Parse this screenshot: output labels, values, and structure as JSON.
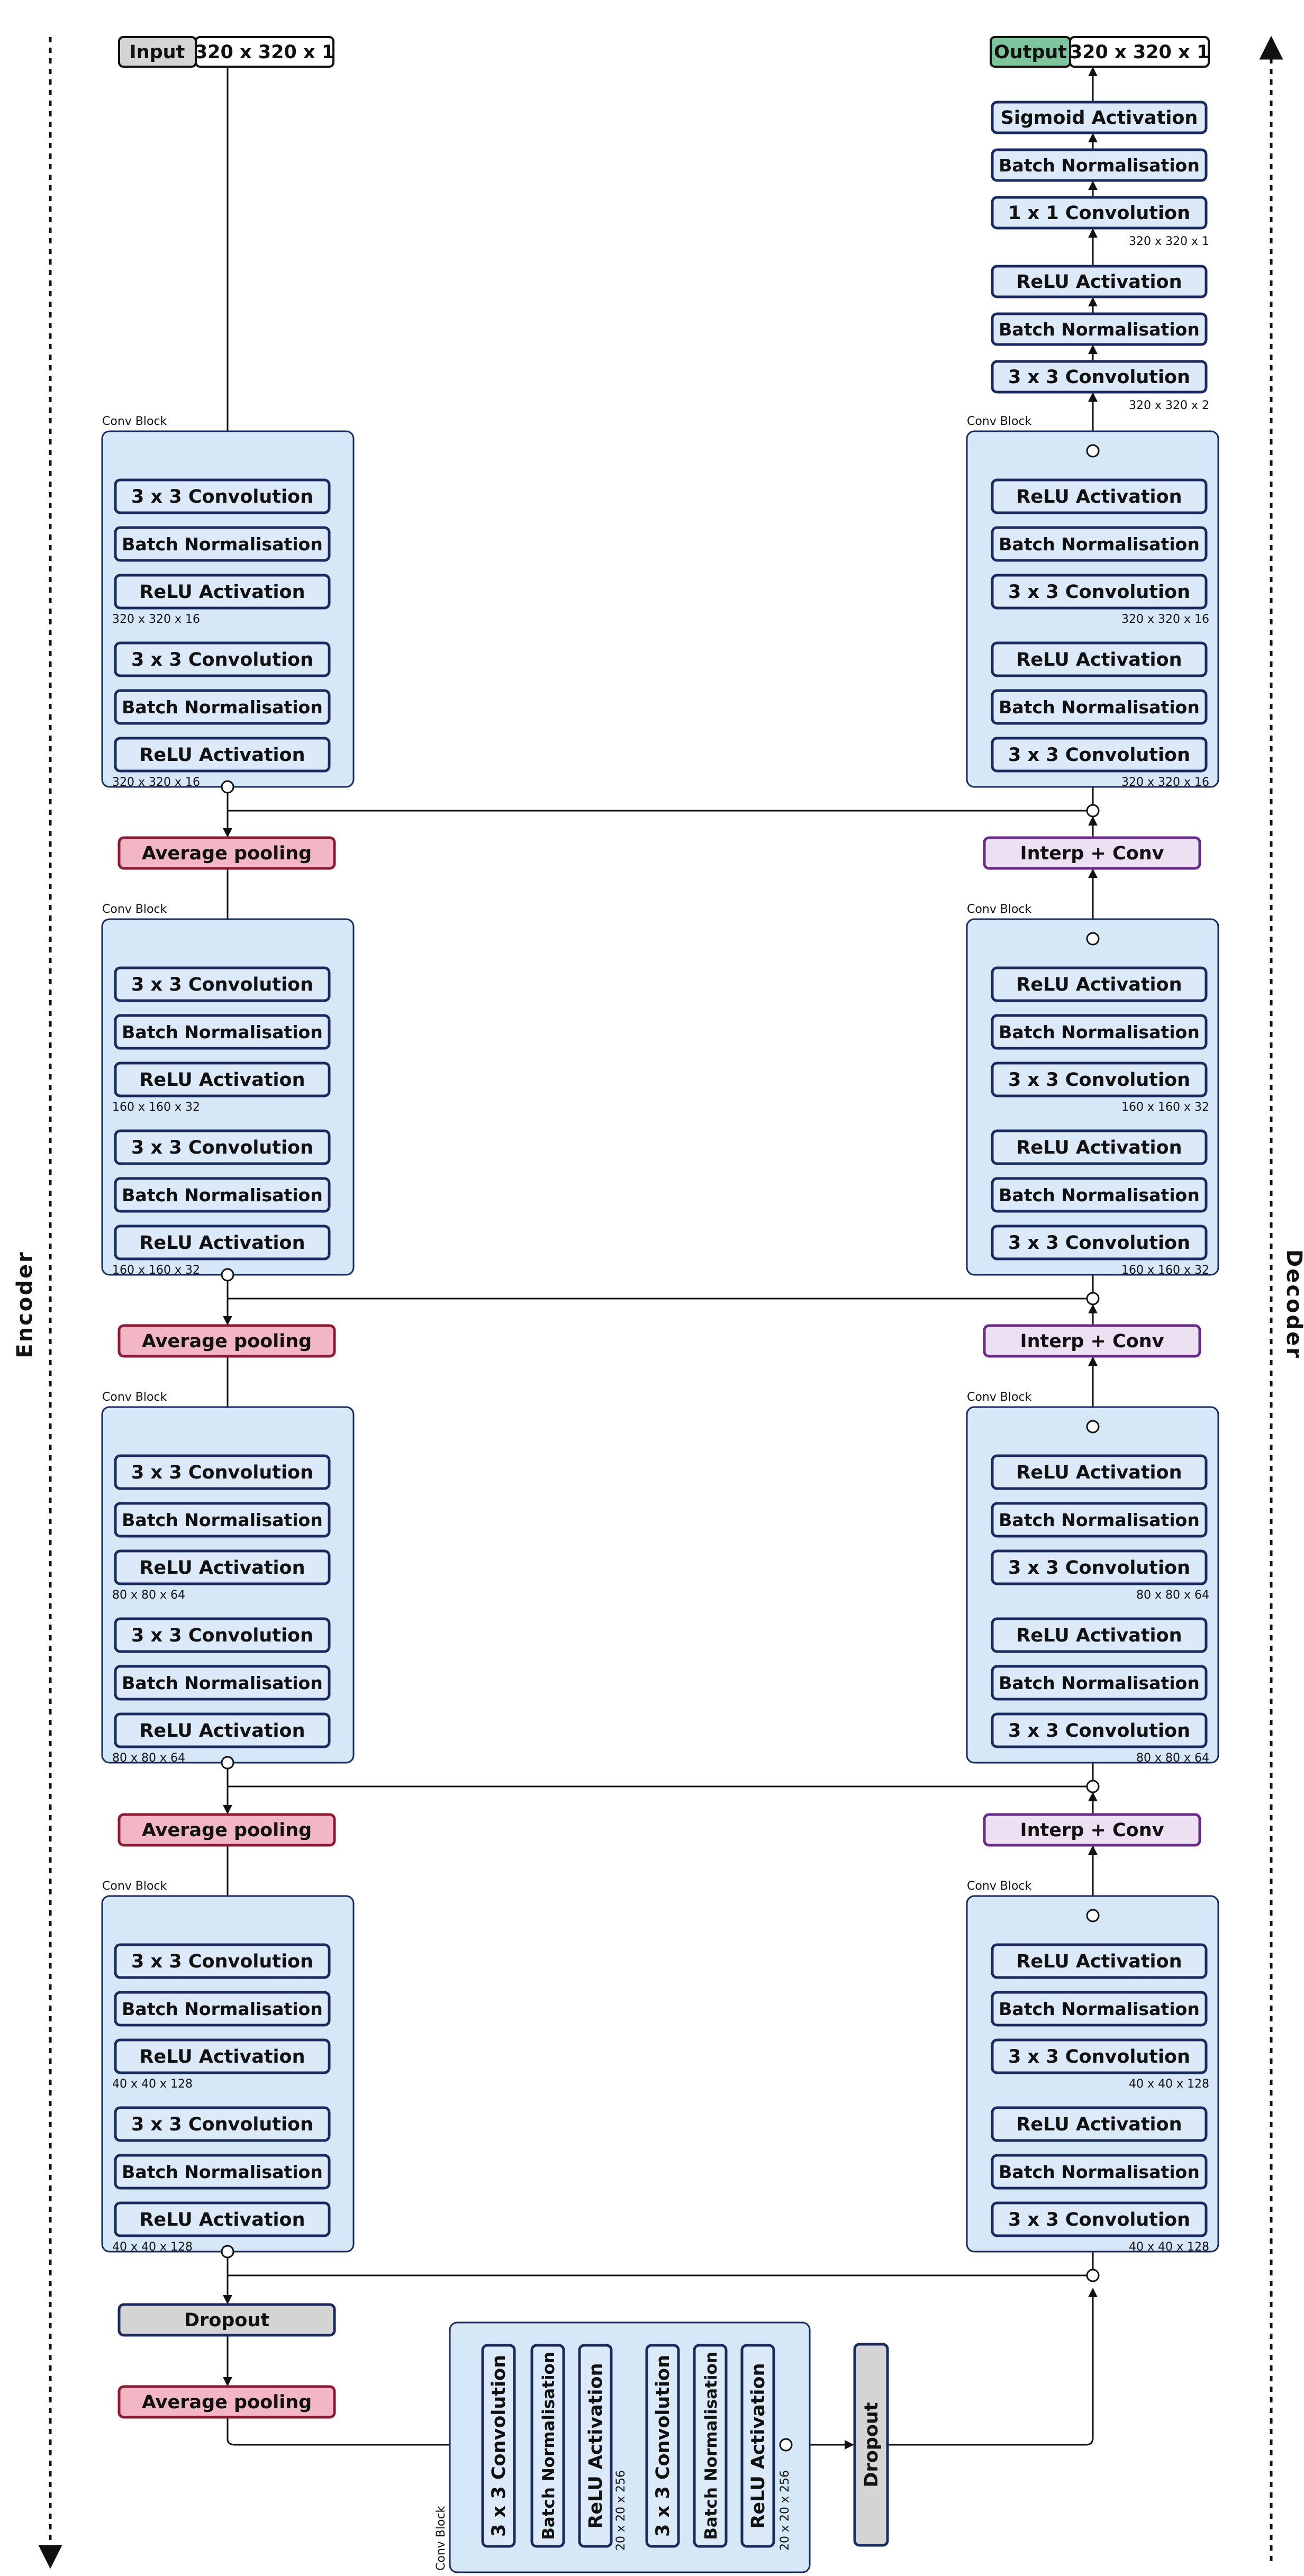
{
  "io": {
    "input_label": "Input",
    "input_shape": "320 x 320 x 1",
    "output_label": "Output",
    "output_shape": "320 x 320 x 1"
  },
  "sides": {
    "encoder": "Encoder",
    "decoder": "Decoder"
  },
  "block_label": "Conv Block",
  "layers": {
    "conv3": "3 x 3 Convolution",
    "conv1": "1 x 1 Convolution",
    "bn": "Batch Normalisation",
    "relu": "ReLU Activation",
    "sigmoid": "Sigmoid Activation",
    "avgpool": "Average pooling",
    "interp": "Interp + Conv",
    "dropout": "Dropout"
  },
  "encoder_shapes": [
    "320 x 320 x 16",
    "160 x 160 x 32",
    "80 x 80 x 64",
    "40 x 40 x 128"
  ],
  "decoder_shapes": [
    "320 x 320 x 16",
    "160 x 160 x 32",
    "80 x 80 x 64",
    "40 x 40 x 128"
  ],
  "head_shapes": {
    "after_1x1": "320 x 320 x 1",
    "after_3x3": "320 x 320 x 2"
  },
  "bottleneck_shape": "20 x 20 x 256",
  "colors": {
    "block_fill": "#d6e8f7",
    "layer_fill": "#dce9f8",
    "layer_stroke": "#1b2a5e",
    "pool_fill": "#f2b6c4",
    "pool_stroke": "#8c1a35",
    "interp_fill": "#ece0f2",
    "interp_stroke": "#6a2a8a",
    "gray_fill": "#d4d4d4",
    "output_fill": "#7cc59d"
  }
}
